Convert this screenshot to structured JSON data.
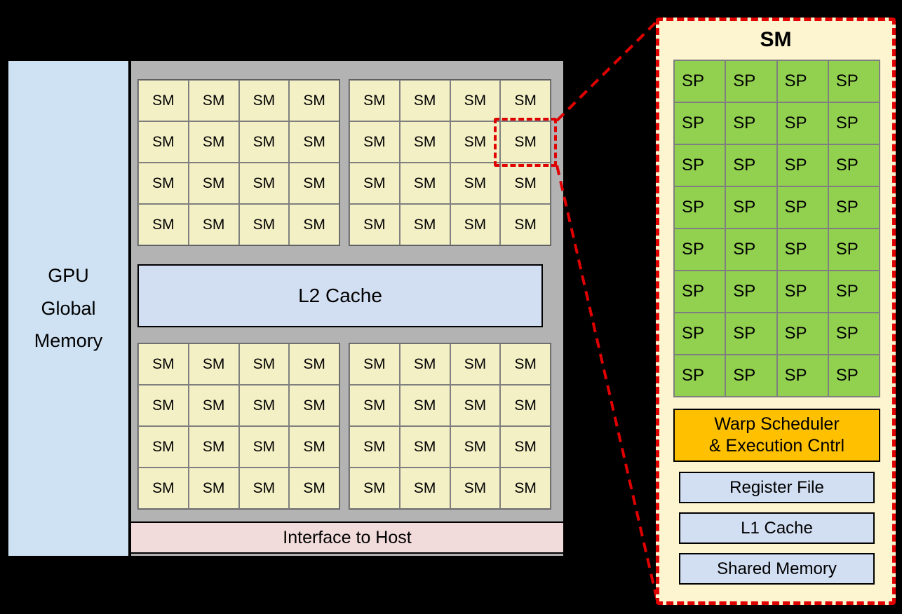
{
  "memory": {
    "lines": [
      "GPU",
      "Global",
      "Memory"
    ]
  },
  "chip": {
    "sm_grid": {
      "rows": 4,
      "cols": 4,
      "label": "SM"
    },
    "l2_cache_label": "L2 Cache",
    "interface_label": "Interface to Host"
  },
  "sm_panel": {
    "title": "SM",
    "sp_grid": {
      "rows": 8,
      "cols": 4,
      "label": "SP"
    },
    "warp_lines": [
      "Warp Scheduler",
      "& Execution Cntrl"
    ],
    "register_file_label": "Register File",
    "l1_cache_label": "L1 Cache",
    "shared_memory_label": "Shared Memory"
  },
  "colors": {
    "memory_fill": "#cfe2f3",
    "chip_fill": "#b3b3b3",
    "sm_cell_fill": "#f4f0c6",
    "l2_fill": "#d2def2",
    "interface_fill": "#f2dcdb",
    "panel_fill": "#fcf5cf",
    "sp_cell_fill": "#92d050",
    "warp_fill": "#ffc000",
    "blue_box_fill": "#d2def2",
    "highlight_red": "#e00000"
  }
}
